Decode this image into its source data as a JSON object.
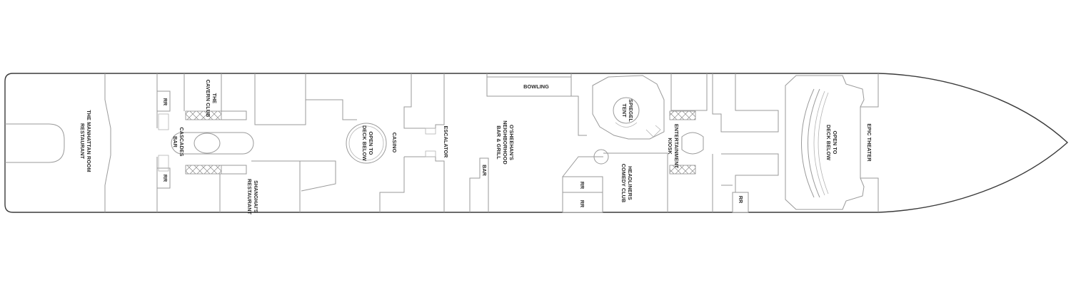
{
  "deck_plan": {
    "venues": {
      "manhattan_room": [
        "THE MANHATTAN ROOM",
        "RESTAURANT"
      ],
      "cavern_club": [
        "THE",
        "CAVERN CLUB"
      ],
      "cascades_bar": [
        "CASCADES",
        "BAR"
      ],
      "shanghais": [
        "SHANGHAI'S",
        "RESTAURANT"
      ],
      "open_casino": [
        "OPEN TO",
        "DECK BELOW"
      ],
      "casino": "CASINO",
      "escalator": "ESCALATOR",
      "osheehans": [
        "O'SHEEHAN'S",
        "NEIGHBORHOOD",
        "BAR & GRILL"
      ],
      "bar": "BAR",
      "bowling": "BOWLING",
      "spiegel_tent": [
        "SPIEGEL",
        "TENT"
      ],
      "entertainment_kiosk": [
        "ENTERTAINMENT",
        "KIOSK"
      ],
      "headliners": [
        "HEADLINERS",
        "COMEDY CLUB"
      ],
      "open_epic": [
        "OPEN TO",
        "DECK BELOW"
      ],
      "epic_theater": "EPIC THEATER"
    },
    "restroom": "RR"
  }
}
